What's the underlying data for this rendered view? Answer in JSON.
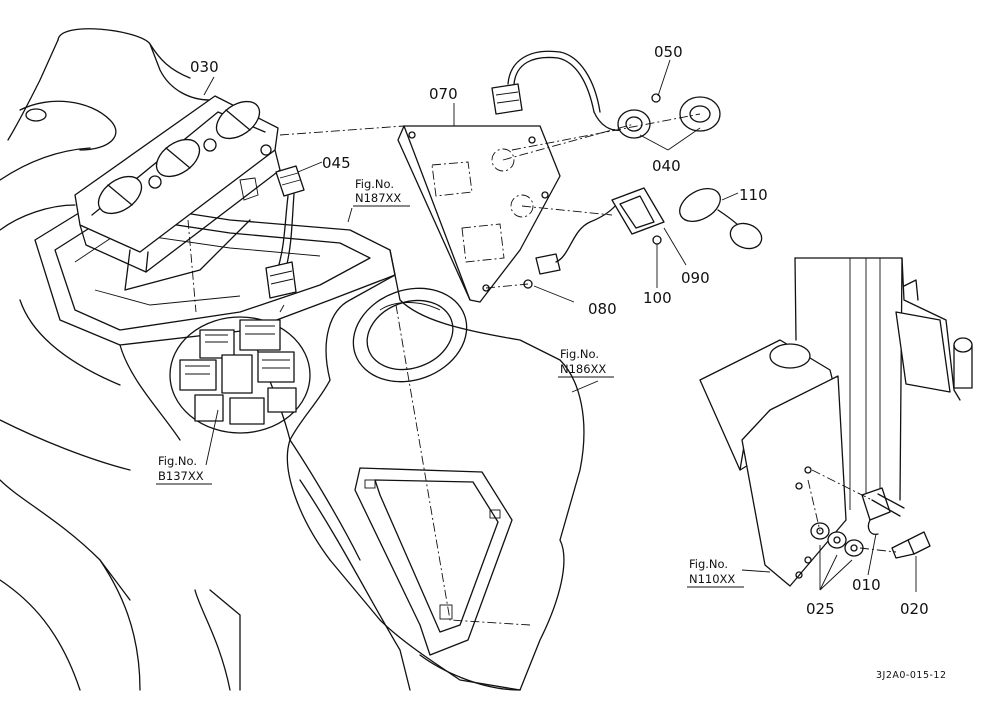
{
  "diagram": {
    "part_labels": {
      "p030": "030",
      "p045": "045",
      "p070": "070",
      "p050": "050",
      "p040": "040",
      "p110": "110",
      "p090": "090",
      "p100": "100",
      "p080": "080",
      "p010": "010",
      "p020": "020",
      "p025": "025"
    },
    "figure_refs": {
      "n187": {
        "line1": "Fig.No.",
        "line2": "N187XX"
      },
      "n186": {
        "line1": "Fig.No.",
        "line2": "N186XX"
      },
      "b137": {
        "line1": "Fig.No.",
        "line2": "B137XX"
      },
      "n110": {
        "line1": "Fig.No.",
        "line2": "N110XX"
      }
    },
    "drawing_code": "3J2A0-015-12"
  }
}
